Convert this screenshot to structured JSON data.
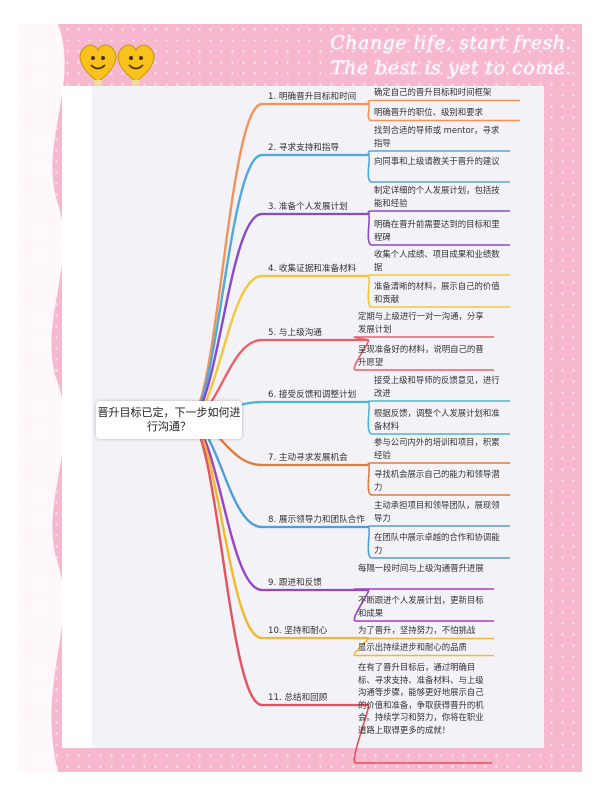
{
  "slogan": [
    "Change life, start fresh.",
    "The best is yet to come."
  ],
  "root": {
    "label": "晋升目标已定，下一步如何进行沟通？"
  },
  "branches": [
    {
      "label": "1. 明确晋升目标和时间",
      "color": "#f0945a",
      "children": [
        "确定自己的晋升目标和时间框架",
        "明确晋升的职位、级别和要求"
      ]
    },
    {
      "label": "2. 寻求支持和指导",
      "color": "#4fa9dc",
      "children": [
        "找到合适的导师或 mentor，寻求指导",
        "向同事和上级请教关于晋升的建议"
      ]
    },
    {
      "label": "3. 准备个人发展计划",
      "color": "#8a49c9",
      "children": [
        "制定详细的个人发展计划，包括技能和经验",
        "明确在晋升前需要达到的目标和里程碑"
      ]
    },
    {
      "label": "4. 收集证据和准备材料",
      "color": "#f2c73a",
      "children": [
        "收集个人成绩、项目成果和业绩数据",
        "准备清晰的材料，展示自己的价值和贡献"
      ]
    },
    {
      "label": "5. 与上级沟通",
      "color": "#ea5f68",
      "children": [
        "定期与上级进行一对一沟通，分享发展计划",
        "呈现准备好的材料，说明自己的晋升愿望"
      ]
    },
    {
      "label": "6. 接受反馈和调整计划",
      "color": "#4cb8cf",
      "children": [
        "接受上级和导师的反馈意见，进行改进",
        "根据反馈，调整个人发展计划和准备材料"
      ]
    },
    {
      "label": "7. 主动寻求发展机会",
      "color": "#e07c3e",
      "children": [
        "参与公司内外的培训和项目，积累经验",
        "寻找机会展示自己的能力和领导潜力"
      ]
    },
    {
      "label": "8. 展示领导力和团队合作",
      "color": "#4e9fd6",
      "children": [
        "主动承担项目和领导团队，展现领导力",
        "在团队中展示卓越的合作和协调能力"
      ]
    },
    {
      "label": "9. 跟进和反馈",
      "color": "#9a43c4",
      "children": [
        "每隔一段时间与上级沟通晋升进展",
        "不断跟进个人发展计划，更新目标和成果"
      ]
    },
    {
      "label": "10. 坚持和耐心",
      "color": "#f1b92c",
      "children": [
        "为了晋升，坚持努力，不怕挑战",
        "显示出持续进步和耐心的品质"
      ]
    },
    {
      "label": "11. 总结和回顾",
      "color": "#e4535d",
      "children": [
        "在有了晋升目标后，通过明确目标、寻求支持、准备材料、与上级沟通等步骤，能够更好地展示自己的价值和准备，争取获得晋升的机会。持续学习和努力，你将在职业道路上取得更多的成就！"
      ]
    }
  ]
}
